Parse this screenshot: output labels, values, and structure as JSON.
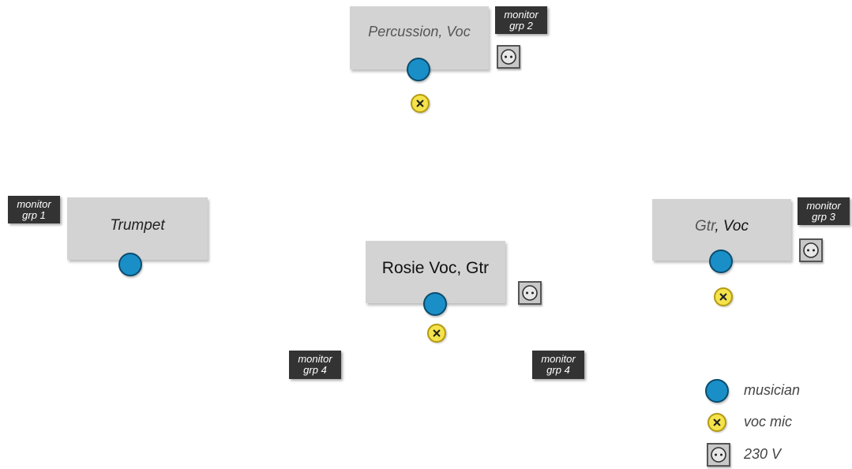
{
  "stages": [
    {
      "id": "percussion",
      "label": "Percussion, Voc"
    },
    {
      "id": "trumpet",
      "label": "Trumpet"
    },
    {
      "id": "rosie",
      "label": "Rosie Voc, Gtr"
    },
    {
      "id": "gtr",
      "label_part1": "Gtr",
      "label_part2": ", Voc"
    }
  ],
  "monitors": [
    {
      "line1": "monitor",
      "line2": "grp 2"
    },
    {
      "line1": "monitor",
      "line2": "grp 1"
    },
    {
      "line1": "monitor",
      "line2": "grp 3"
    },
    {
      "line1": "monitor",
      "line2": "grp 4"
    },
    {
      "line1": "monitor",
      "line2": "grp 4"
    }
  ],
  "legend": {
    "musician": "musician",
    "mic": "voc mic",
    "power": "230 V"
  },
  "colors": {
    "stage_box": "#d3d3d3",
    "musician": "#1a8fc7",
    "mic": "#f4e34a",
    "monitor": "#333333",
    "outlet": "#c8c8c8"
  },
  "icons": {
    "musician": "blue-circle",
    "mic": "yellow-circle-x",
    "power": "outlet-square"
  }
}
